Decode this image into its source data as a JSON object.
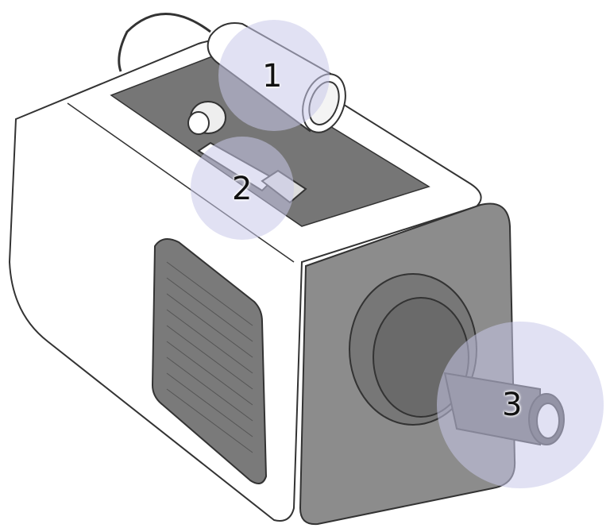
{
  "diagram": {
    "callouts": [
      {
        "label": "1",
        "part": "sensor-probe"
      },
      {
        "label": "2",
        "part": "usb-stick"
      },
      {
        "label": "3",
        "part": "outlet-port"
      }
    ],
    "colors": {
      "body": "#ffffff",
      "outline": "#333333",
      "top_panel": "#6f6f6f",
      "front_face": "#8c8c8c",
      "grille": "#7a7a7a",
      "highlight": "#c9c9ea"
    }
  }
}
